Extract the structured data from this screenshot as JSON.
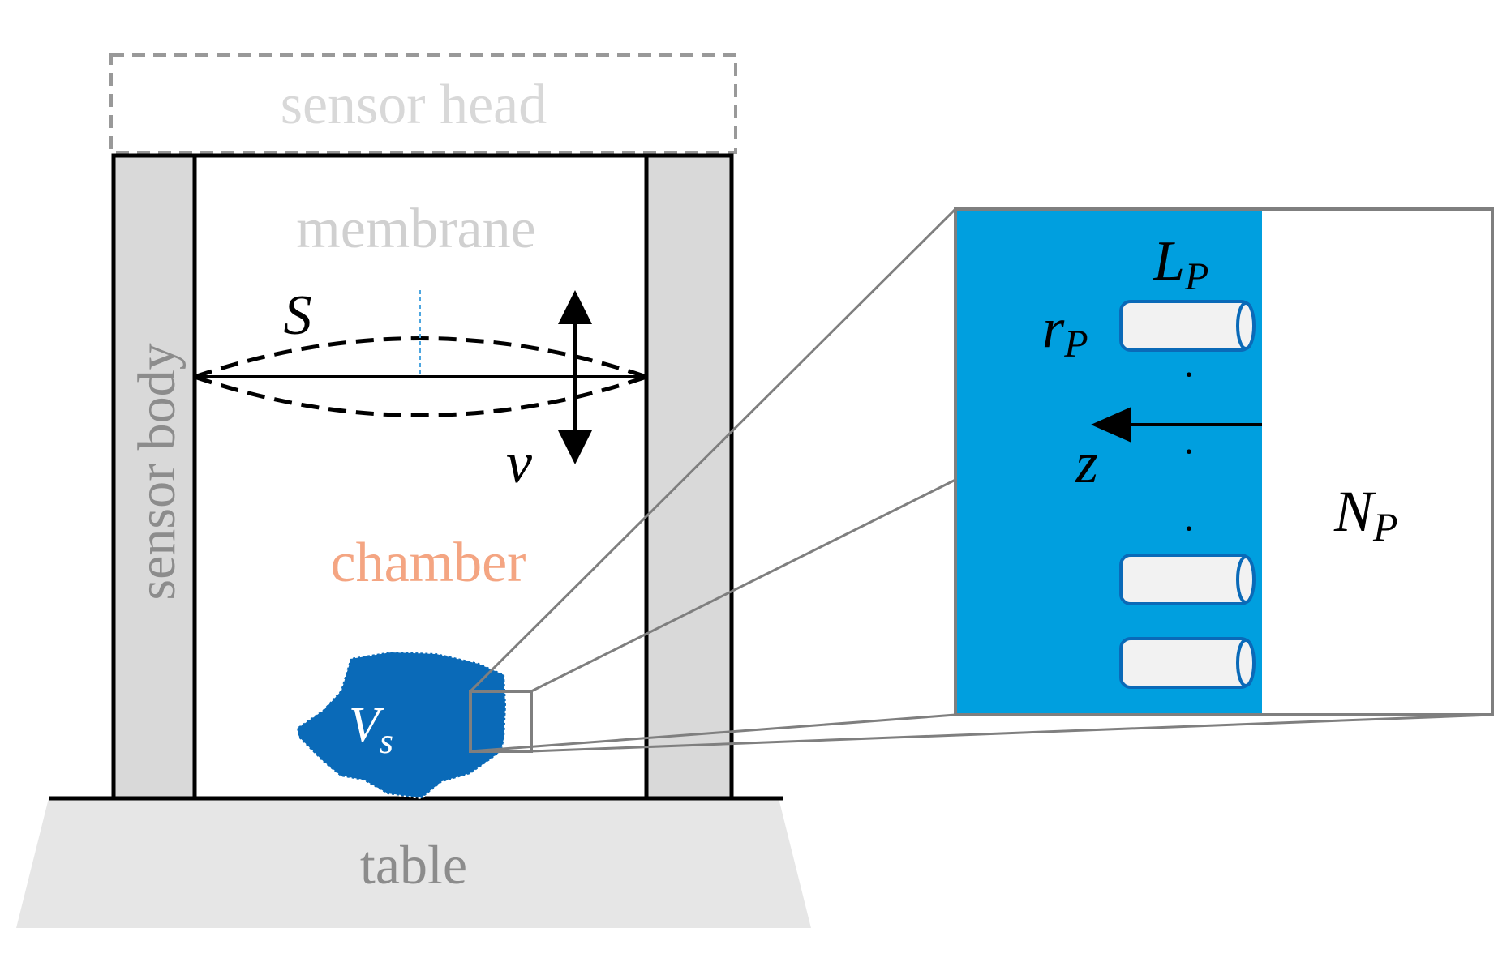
{
  "labels": {
    "sensor_head": "sensor head",
    "membrane": "membrane",
    "sensor_body": "sensor body",
    "chamber": "chamber",
    "table": "table",
    "area_symbol": "S",
    "velocity_symbol": "v",
    "sample_volume": {
      "main": "V",
      "sub": "s"
    },
    "pore_length": {
      "main": "L",
      "sub": "P"
    },
    "pore_radius": {
      "main": "r",
      "sub": "P"
    },
    "axis_symbol": "z",
    "pore_count": {
      "main": "N",
      "sub": "P"
    },
    "dots": "·"
  },
  "colors": {
    "sample_blue": "#0a6ab8",
    "inset_blue": "#009fdf",
    "wall_gray": "#d9d9d9",
    "table_gray": "#e6e6e6",
    "faint_text": "#d0d0d0",
    "gray_text": "#8c8c8c",
    "chamber_text": "#f4a582",
    "pore_fill": "#f2f2f2"
  },
  "icons": {
    "velocity_arrow": "double-arrow-vertical",
    "z_arrow": "arrow-left"
  }
}
